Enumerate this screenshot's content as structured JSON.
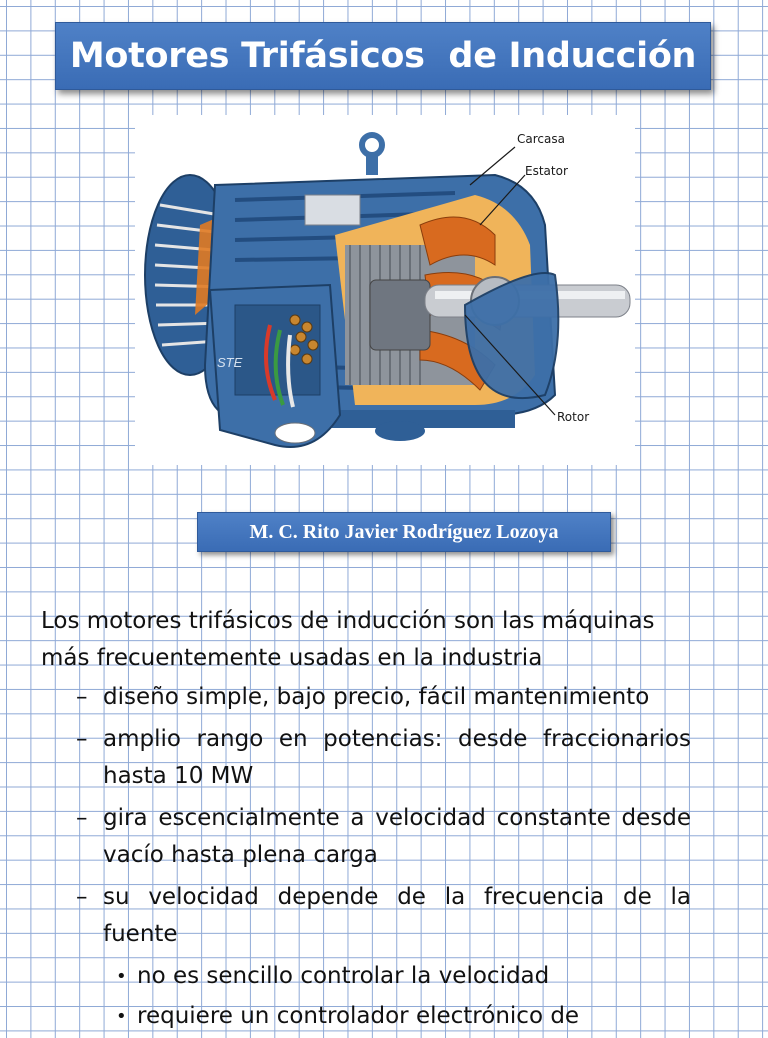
{
  "slide": {
    "title": "Motores Trifásicos  de Inducción",
    "author": "M. C. Rito Javier Rodríguez Lozoya"
  },
  "figure": {
    "labels": {
      "carcasa": "Carcasa",
      "estator": "Estator",
      "rotor": "Rotor"
    },
    "nameplate_text": "STE",
    "colors": {
      "housing": "#3d6fa8",
      "housing_dark": "#234d80",
      "copper": "#d86a1f",
      "cutaway": "#f0b45a",
      "shaft": "#c9ccd1"
    }
  },
  "body": {
    "intro": "Los motores trifásicos de inducción son las máquinas más frecuentemente usadas en la industria",
    "dash_marker": "–",
    "bullet_marker": "•",
    "points": [
      "diseño simple, bajo precio, fácil mantenimiento",
      "amplio rango en potencias: desde fraccionarios hasta 10 MW",
      "gira escencialmente a velocidad constante desde vacío hasta plena carga",
      "su velocidad depende de la frecuencia de la fuente"
    ],
    "subpoints": [
      "no es sencillo controlar la velocidad",
      "requiere un controlador electrónico de"
    ]
  }
}
